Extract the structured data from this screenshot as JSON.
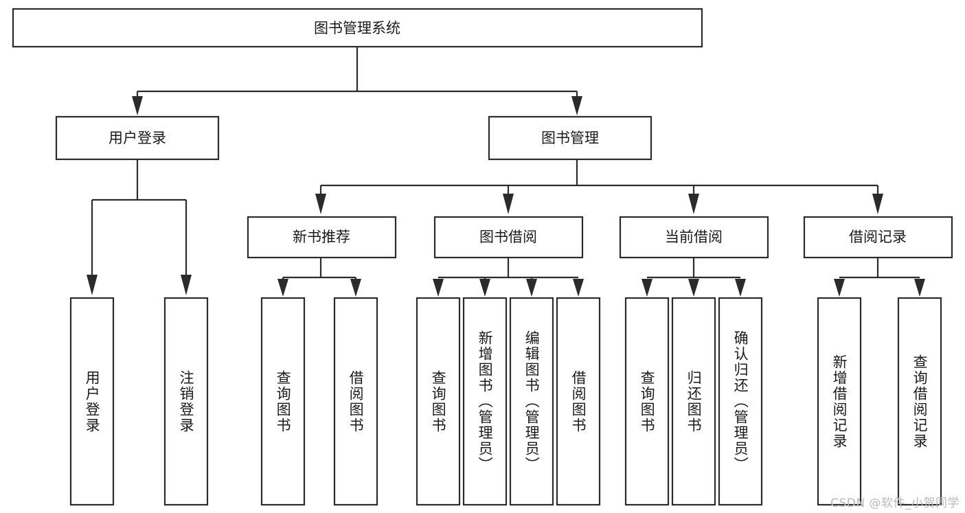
{
  "diagram": {
    "type": "hierarchy-tree",
    "title": "图书管理系统",
    "watermark": "CSDN @软件_小贺同学",
    "colors": {
      "stroke": "#2b2b2b",
      "fill": "#ffffff",
      "text": "#1a1a1a",
      "watermark": "#b9b9b9"
    },
    "root": {
      "label": "图书管理系统"
    },
    "level2": [
      {
        "id": "user-login",
        "label": "用户登录"
      },
      {
        "id": "book-manage",
        "label": "图书管理"
      }
    ],
    "level3": [
      {
        "id": "new-book-recommend",
        "label": "新书推荐",
        "parent": "book-manage"
      },
      {
        "id": "book-borrow",
        "label": "图书借阅",
        "parent": "book-manage"
      },
      {
        "id": "current-borrow",
        "label": "当前借阅",
        "parent": "book-manage"
      },
      {
        "id": "borrow-record",
        "label": "借阅记录",
        "parent": "book-manage"
      }
    ],
    "leaves": [
      {
        "id": "leaf-user-login",
        "label": "用户登录",
        "parent": "user-login"
      },
      {
        "id": "leaf-user-logout",
        "label": "注销登录",
        "parent": "user-login"
      },
      {
        "id": "leaf-query-book-1",
        "label": "查询图书",
        "parent": "new-book-recommend"
      },
      {
        "id": "leaf-borrow-book-1",
        "label": "借阅图书",
        "parent": "new-book-recommend"
      },
      {
        "id": "leaf-query-book-2",
        "label": "查询图书",
        "parent": "book-borrow"
      },
      {
        "id": "leaf-add-book",
        "label": "新增图书（管理员）",
        "parent": "book-borrow"
      },
      {
        "id": "leaf-edit-book",
        "label": "编辑图书（管理员）",
        "parent": "book-borrow"
      },
      {
        "id": "leaf-borrow-book-2",
        "label": "借阅图书",
        "parent": "book-borrow"
      },
      {
        "id": "leaf-query-book-3",
        "label": "查询图书",
        "parent": "current-borrow"
      },
      {
        "id": "leaf-return-book",
        "label": "归还图书",
        "parent": "current-borrow"
      },
      {
        "id": "leaf-confirm-return",
        "label": "确认归还（管理员）",
        "parent": "current-borrow"
      },
      {
        "id": "leaf-add-record",
        "label": "新增借阅记录",
        "parent": "borrow-record"
      },
      {
        "id": "leaf-query-record",
        "label": "查询借阅记录",
        "parent": "borrow-record"
      }
    ]
  }
}
